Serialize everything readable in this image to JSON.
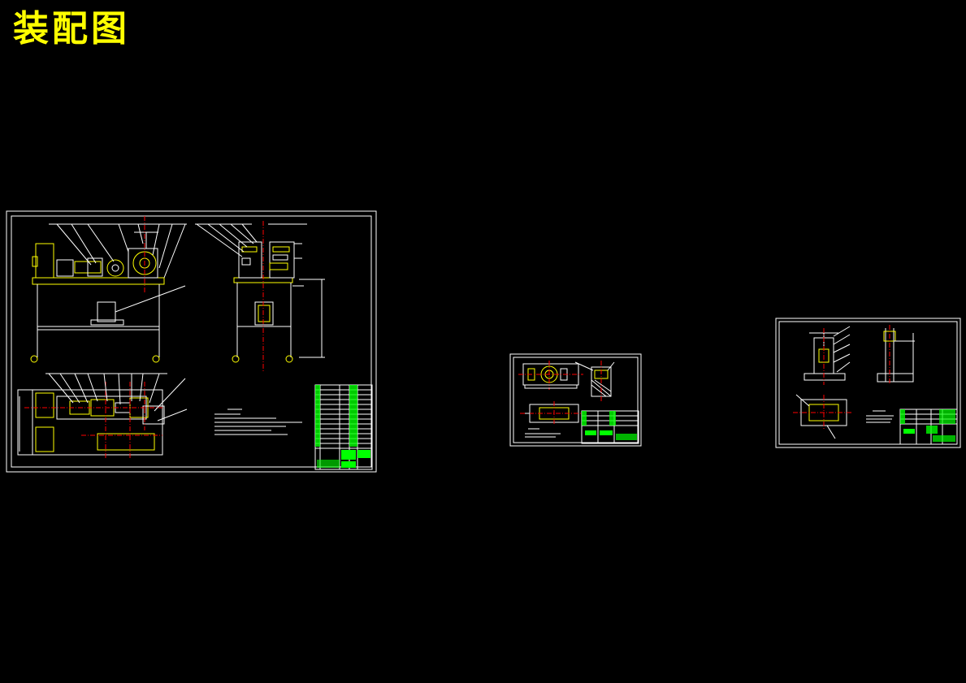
{
  "title": {
    "text": "装配图",
    "color": "#ffff00"
  },
  "colors": {
    "background": "#000000",
    "line": "#ffffff",
    "part": "#ffff00",
    "center_line": "#ff0000",
    "accent": "#00ff00",
    "hidden_line": "#00ffff"
  },
  "sheets": [
    {
      "id": "main-assembly",
      "title_block": true,
      "parts_list": true,
      "technical_notes": true
    },
    {
      "id": "sub-assembly-bearing",
      "title_block": true,
      "parts_list": true,
      "technical_notes": true
    },
    {
      "id": "sub-assembly-frame",
      "title_block": true,
      "parts_list": true,
      "technical_notes": true
    }
  ]
}
